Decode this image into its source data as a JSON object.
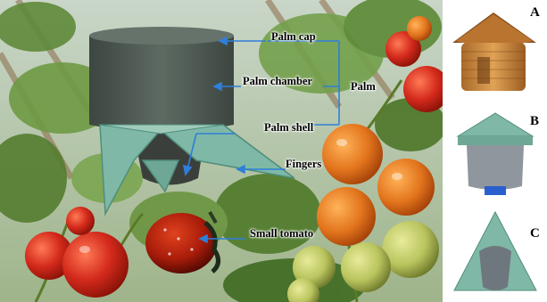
{
  "labels": {
    "palm_cap": "Palm cap",
    "palm_chamber": "Palm chamber",
    "palm": "Palm",
    "palm_shell": "Palm shell",
    "fingers": "Fingers",
    "small_tomato": "Small tomato"
  },
  "panels": {
    "a": "A",
    "b": "B",
    "c": "C"
  },
  "colors": {
    "arrow": "#2f7fd9",
    "palm_cap": "#4f5a52",
    "fingers": "#7fb8a6",
    "tomato_red": "#d42a1c",
    "foliage": "#5f8a3a"
  }
}
